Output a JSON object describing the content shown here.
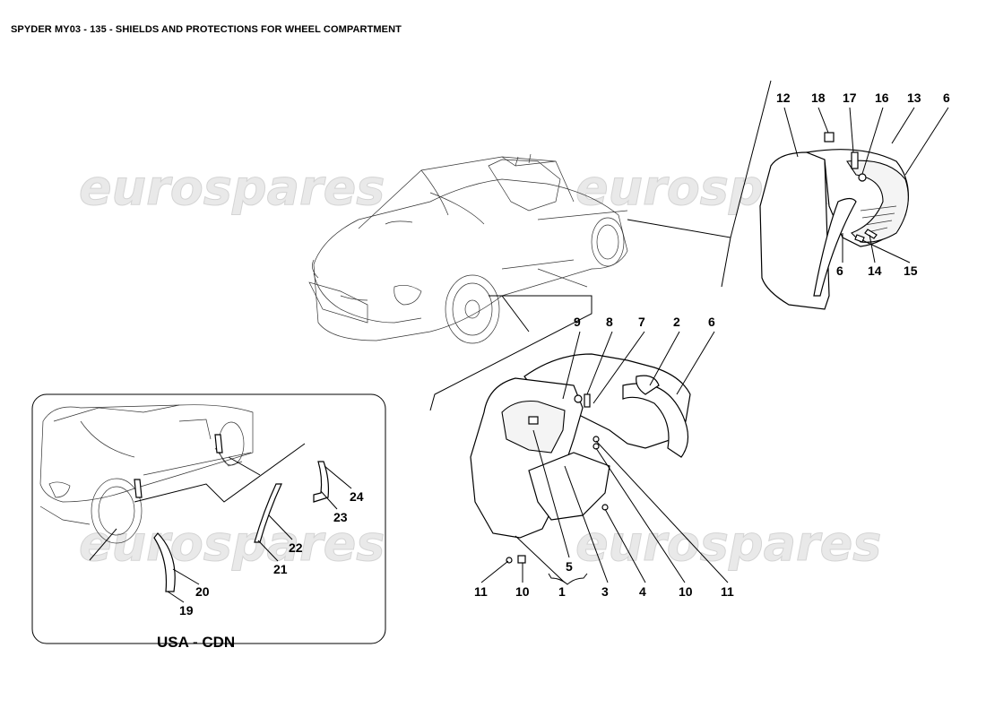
{
  "title": "SPYDER MY03 - 135 - SHIELDS AND PROTECTIONS FOR WHEEL COMPARTMENT",
  "watermark": "eurospares",
  "inset_label": "USA - CDN",
  "callouts": {
    "n1": "1",
    "n2": "2",
    "n3": "3",
    "n4": "4",
    "n5": "5",
    "n6": "6",
    "n7": "7",
    "n8": "8",
    "n9": "9",
    "n10": "10",
    "n11": "11",
    "n12": "12",
    "n13": "13",
    "n14": "14",
    "n15": "15",
    "n16": "16",
    "n17": "17",
    "n18": "18",
    "n19": "19",
    "n20": "20",
    "n21": "21",
    "n22": "22",
    "n23": "23",
    "n24": "24"
  }
}
